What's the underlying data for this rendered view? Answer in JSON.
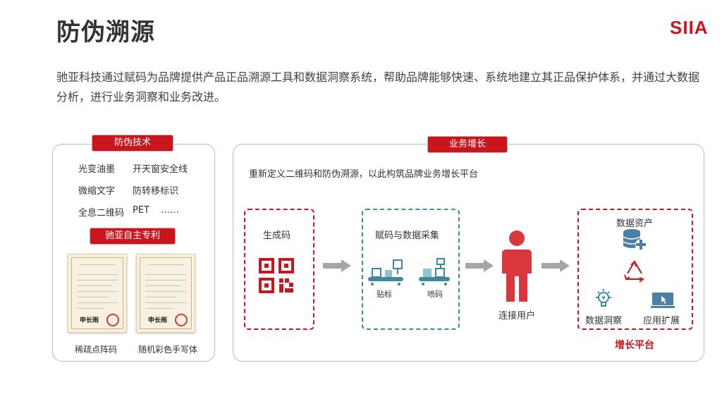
{
  "header": {
    "title": "防伪溯源",
    "logo": "SIIA"
  },
  "intro": "驰亚科技通过赋码为品牌提供产品正品溯源工具和数据洞察系统，帮助品牌能够快速、系统地建立其正品保护体系，并通过大数据分析，进行业务洞察和业务改进。",
  "left_panel": {
    "tag": "防伪技术",
    "techniques": [
      "光变油墨",
      "开天窗安全线",
      "微缩文字",
      "防转移标识",
      "全息二维码",
      "PET",
      "……"
    ],
    "patent_tag": "驰亚自主专利",
    "patents": [
      {
        "sign": "申长雨",
        "caption": "稀疏点阵码"
      },
      {
        "sign": "申长雨",
        "caption": "随机彩色手写体"
      }
    ]
  },
  "right_panel": {
    "tag": "业务增长",
    "subtitle": "重新定义二维码和防伪溯源，以此构筑品牌业务增长平台",
    "step1": {
      "title": "生成码",
      "icon": "qr-code-icon"
    },
    "step2": {
      "title": "赋码与数据采集",
      "items": [
        {
          "label": "贴标",
          "icon": "labeling-machine-icon"
        },
        {
          "label": "喷码",
          "icon": "coding-machine-icon"
        }
      ]
    },
    "step3": {
      "label": "连接用户",
      "icon": "user-icon"
    },
    "step4": {
      "items": [
        {
          "label": "数据资产",
          "icon": "database-plus-icon"
        },
        {
          "label": "",
          "icon": "recycle-icon"
        },
        {
          "label": "数据洞察",
          "icon": "lightbulb-icon"
        },
        {
          "label": "应用扩展",
          "icon": "monitor-icon"
        }
      ],
      "caption": "增长平台"
    }
  },
  "colors": {
    "accent": "#c8161d",
    "teal": "#3b8a9e",
    "arrow": "#a6a6a6"
  }
}
